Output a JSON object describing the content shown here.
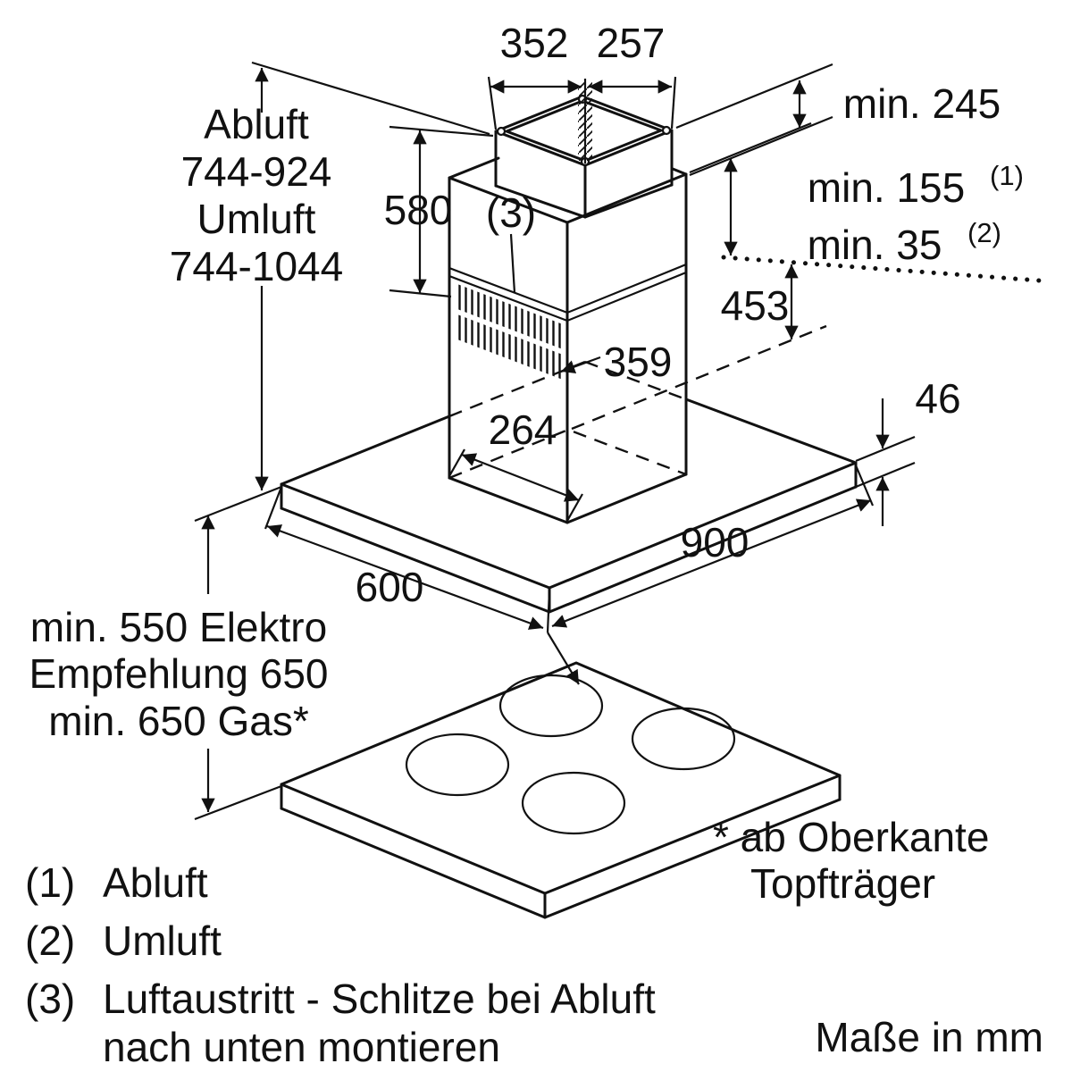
{
  "page": {
    "units_note": "Maße in mm"
  },
  "dims": {
    "top_depth": "352",
    "top_width": "257",
    "min_top_clearance": "min. 245",
    "chimney_height": "580",
    "min_exhaust": "min. 155",
    "min_exhaust_ref": "(1)",
    "min_recirc": "min. 35",
    "min_recirc_ref": "(2)",
    "offset_453": "453",
    "depth_359": "359",
    "depth_264": "264",
    "canopy_thickness": "46",
    "canopy_depth": "600",
    "canopy_width": "900",
    "slit_label": "(3)"
  },
  "height_range": {
    "lines": [
      "Abluft",
      "744-924",
      "Umluft",
      "744-1044"
    ]
  },
  "clearance": {
    "lines": [
      "min. 550 Elektro",
      "Empfehlung 650",
      "min. 650 Gas*"
    ]
  },
  "footnote": {
    "lines": [
      "* ab Oberkante",
      "Topfträger"
    ]
  },
  "legend": {
    "items": [
      {
        "key": "(1)",
        "text": "Abluft"
      },
      {
        "key": "(2)",
        "text": "Umluft"
      },
      {
        "key": "(3)",
        "text": "Luftaustritt - Schlitze bei Abluft",
        "text2": "nach unten montieren"
      }
    ]
  },
  "colors": {
    "ink": "#111111",
    "background": "#ffffff"
  }
}
